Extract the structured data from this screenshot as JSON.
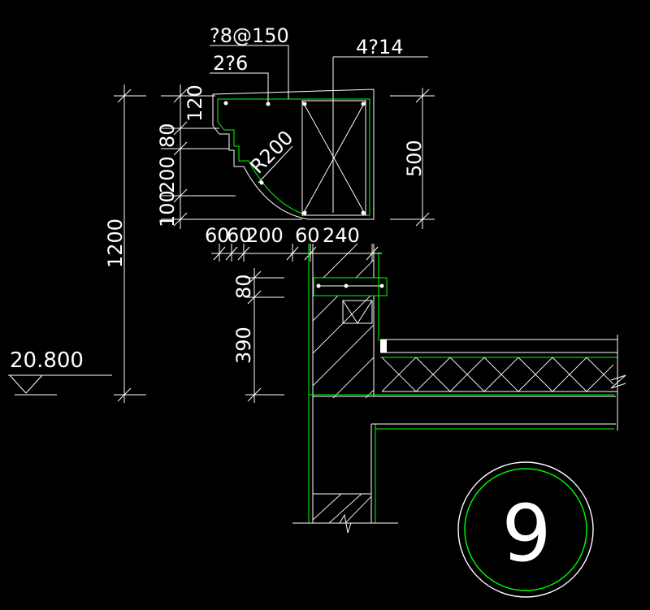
{
  "drawing": {
    "colors": {
      "background": "#000000",
      "line": "#ffffff",
      "accent": "#00ff00"
    },
    "labels": {
      "stirrups": "?8@150",
      "corner_bars": "2?6",
      "main_bars": "4?14",
      "radius": "R200",
      "elevation": "20.800",
      "detail_number": "9"
    },
    "dims_vertical_left": [
      "120",
      "80",
      "200",
      "100"
    ],
    "dims_horizontal": [
      "60",
      "60",
      "200",
      "60",
      "240"
    ],
    "dim_overall": "1200",
    "dim_right": "500",
    "dims_lower": [
      "80",
      "390"
    ]
  }
}
